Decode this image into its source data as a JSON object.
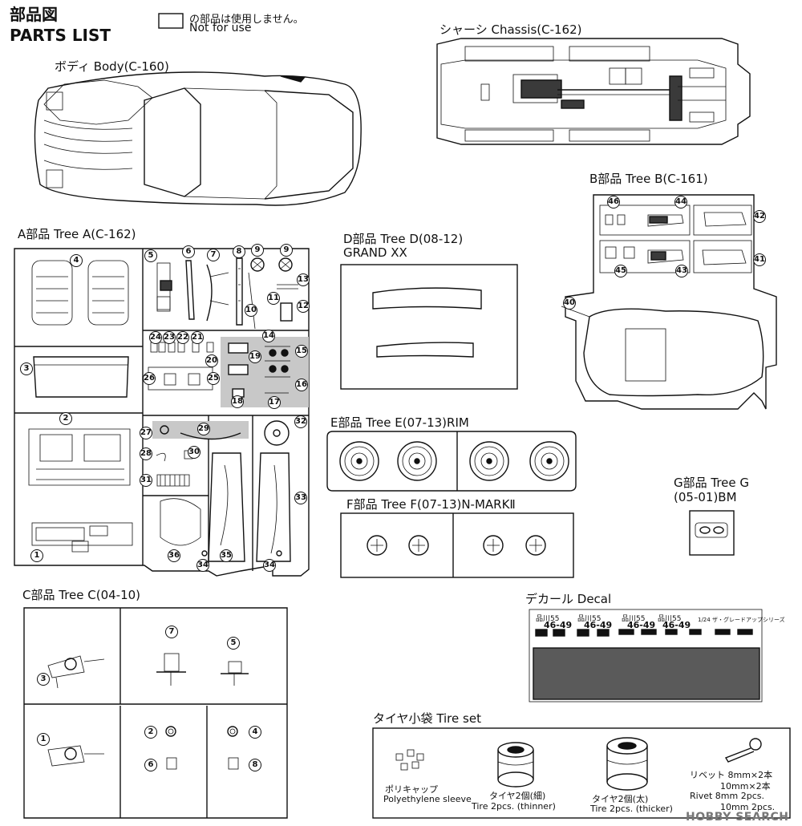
{
  "header": {
    "title_jp": "部品図",
    "title_en": "PARTS LIST",
    "legend_jp": "の部品は使用しません。",
    "legend_en": "Not for use"
  },
  "groups": {
    "body": "ボディ Body(C-160)",
    "chassis": "シャーシ Chassis(C-162)",
    "tree_b": "B部品 Tree B(C-161)",
    "tree_a": "A部品 Tree A(C-162)",
    "tree_d_1": "D部品 Tree D(08-12)",
    "tree_d_2": "GRAND XX",
    "tree_e": "E部品 Tree E(07-13)RIM",
    "tree_f": "F部品 Tree F(07-13)N-MARKⅡ",
    "tree_g_1": "G部品 Tree G",
    "tree_g_2": "(05-01)BM",
    "tree_c": "C部品 Tree C(04-10)",
    "decal": "デカール Decal",
    "tire_set": "タイヤ小袋 Tire set"
  },
  "tree_a_numbers": [
    "4",
    "5",
    "6",
    "7",
    "8",
    "9",
    "9",
    "13",
    "11",
    "12",
    "10",
    "14",
    "24",
    "23",
    "22",
    "21",
    "20",
    "19",
    "15",
    "26",
    "25",
    "16",
    "18",
    "17",
    "3",
    "2",
    "27",
    "29",
    "32",
    "28",
    "30",
    "31",
    "33",
    "36",
    "35",
    "34",
    "34",
    "1"
  ],
  "tree_b_numbers": [
    "46",
    "44",
    "42",
    "41",
    "45",
    "43",
    "40"
  ],
  "tree_c_numbers": [
    "7",
    "5",
    "3",
    "1",
    "2",
    "4",
    "6",
    "8"
  ],
  "decal": {
    "plate_kanji": "品川55",
    "plate_number": "46-49",
    "strip_text": "1/24 ザ・グレードアップシリーズ"
  },
  "tire_set": {
    "polycap_jp": "ポリキャップ",
    "polycap_en": "Polyethylene sleeve",
    "tire_thin_jp": "タイヤ2個(細)",
    "tire_thin_en": "Tire 2pcs. (thinner)",
    "tire_thick_jp": "タイヤ2個(太)",
    "tire_thick_en": "Tire 2pcs. (thicker)",
    "rivet_jp_1": "リベット  8mm×2本",
    "rivet_jp_2": "10mm×2本",
    "rivet_en_1": "Rivet   8mm  2pcs.",
    "rivet_en_2": "10mm  2pcs."
  },
  "watermark": "HOBBY SEARCH"
}
